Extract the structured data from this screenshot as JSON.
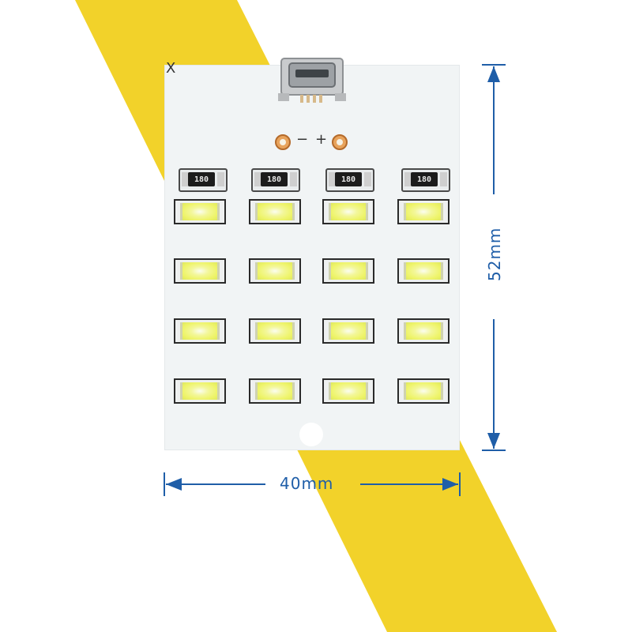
{
  "product": {
    "resistor_marking": "180",
    "board_mark": "X",
    "polarity_minus": "−",
    "polarity_plus": "+",
    "led_rows": 4,
    "led_cols": 4
  },
  "dimensions": {
    "width_label": "40mm",
    "height_label": "52mm"
  },
  "colors": {
    "background_stripe": "#f2d22a",
    "board": "#f1f4f5",
    "dimension_lines": "#1f5ea8",
    "led_glow": "#eef46a"
  }
}
